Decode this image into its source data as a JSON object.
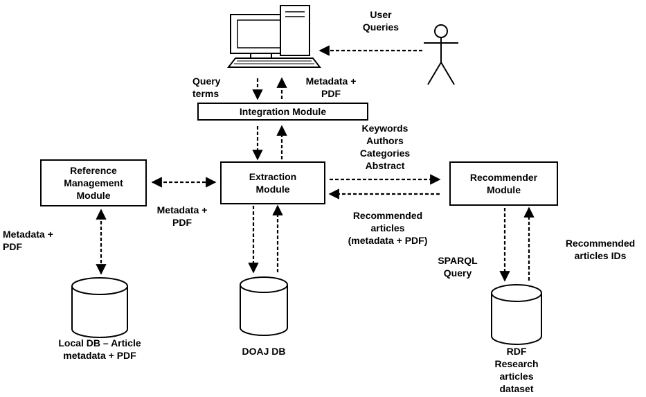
{
  "nodes": {
    "integration": "Integration Module",
    "extraction": "Extraction\nModule",
    "reference": "Reference\nManagement\nModule",
    "recommender": "Recommender\nModule",
    "local_db": "Local DB – Article\nmetadata + PDF",
    "doaj_db": "DOAJ DB",
    "rdf_db": "RDF\nResearch\narticles\ndataset"
  },
  "edge_labels": {
    "user_queries": "User\nQueries",
    "query_terms": "Query\nterms",
    "metadata_pdf_top": "Metadata +\nPDF",
    "keywords": "Keywords\nAuthors\nCategories\nAbstract",
    "metadata_pdf_mid": "Metadata +\nPDF",
    "metadata_pdf_left": "Metadata +\nPDF",
    "recommended_articles": "Recommended\narticles\n(metadata + PDF)",
    "sparql_query": "SPARQL\nQuery",
    "recommended_ids": "Recommended\narticles IDs"
  },
  "colors": {
    "stroke": "#000000",
    "fill": "#ffffff",
    "screen": "#ffffff"
  }
}
